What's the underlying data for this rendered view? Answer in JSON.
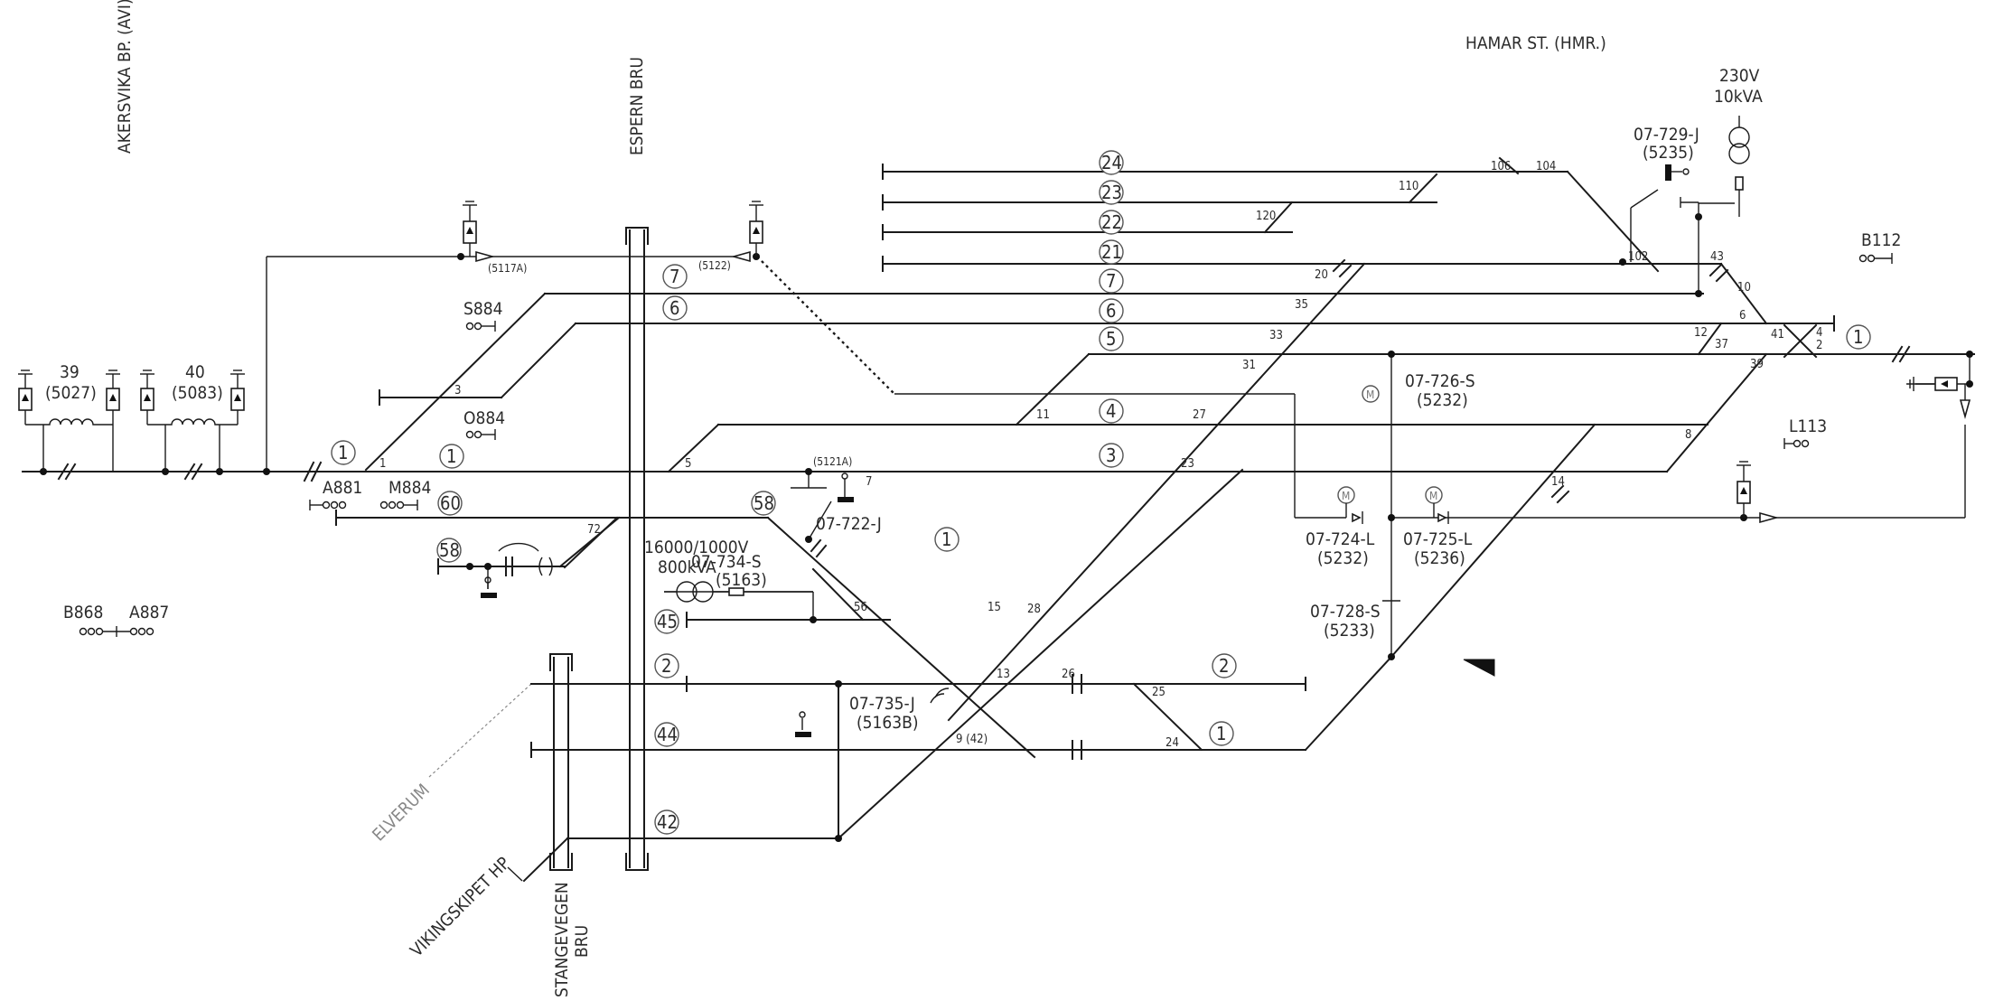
{
  "stations": {
    "hamar": "HAMAR ST. (HMR.)",
    "akersvika": "AKERSVIKA BP. (AVI)",
    "espern": "ESPERN BRU",
    "stangevegen_1": "STANGEVEGEN",
    "stangevegen_2": "BRU",
    "elverum": "ELVERUM",
    "vikingskipet": "VIKINGSKIPET HP"
  },
  "transformers": {
    "t230_1": "230V",
    "t230_2": "10kVA",
    "tmain_1": "16000/1000V",
    "tmain_2": "800kVA"
  },
  "switches": {
    "s729": "07-729-J",
    "s729_id": "(5235)",
    "s726": "07-726-S",
    "s726_id": "(5232)",
    "s724": "07-724-L",
    "s724_id": "(5232)",
    "s725": "07-725-L",
    "s725_id": "(5236)",
    "s728": "07-728-S",
    "s728_id": "(5233)",
    "s722": "07-722-J",
    "s734": "07-734-S",
    "s734_id": "(5163)",
    "s735": "07-735-J",
    "s735_id": "(5163B)",
    "sec39": "39",
    "sec39_id": "(5027)",
    "sec40": "40",
    "sec40_id": "(5083)",
    "s5117A": "(5117A)",
    "s5122": "(5122)",
    "s5121A": "(5121A)"
  },
  "signals": {
    "b112": "B112",
    "s884": "S884",
    "o884": "O884",
    "a881": "A881",
    "m884": "M884",
    "l113": "L113",
    "b868": "B868",
    "a887": "A887"
  },
  "track_circles": [
    "24",
    "23",
    "22",
    "21",
    "7",
    "6",
    "5",
    "4",
    "3",
    "1",
    "60",
    "58",
    "45",
    "2",
    "44",
    "42",
    "1",
    "7",
    "6",
    "1",
    "58",
    "1",
    "2",
    "1"
  ],
  "point_numbers": [
    "106",
    "104",
    "110",
    "120",
    "102",
    "43",
    "10",
    "20",
    "35",
    "33",
    "31",
    "27",
    "23",
    "6",
    "41",
    "4",
    "2",
    "12",
    "37",
    "39",
    "8",
    "14",
    "11",
    "3",
    "1",
    "5",
    "7",
    "72",
    "56",
    "15",
    "28",
    "13",
    "26",
    "25",
    "24",
    "9 (42)"
  ]
}
